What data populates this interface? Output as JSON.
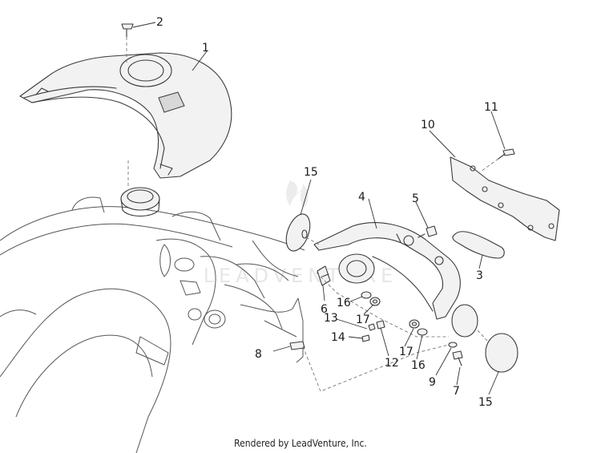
{
  "watermark": "LEADVENTURE",
  "footer_text": "Rendered by LeadVenture, Inc.",
  "callouts": [
    "1",
    "2",
    "3",
    "4",
    "5",
    "6",
    "7",
    "8",
    "9",
    "10",
    "11",
    "12",
    "13",
    "14",
    "15",
    "15",
    "16",
    "16",
    "17",
    "17"
  ]
}
